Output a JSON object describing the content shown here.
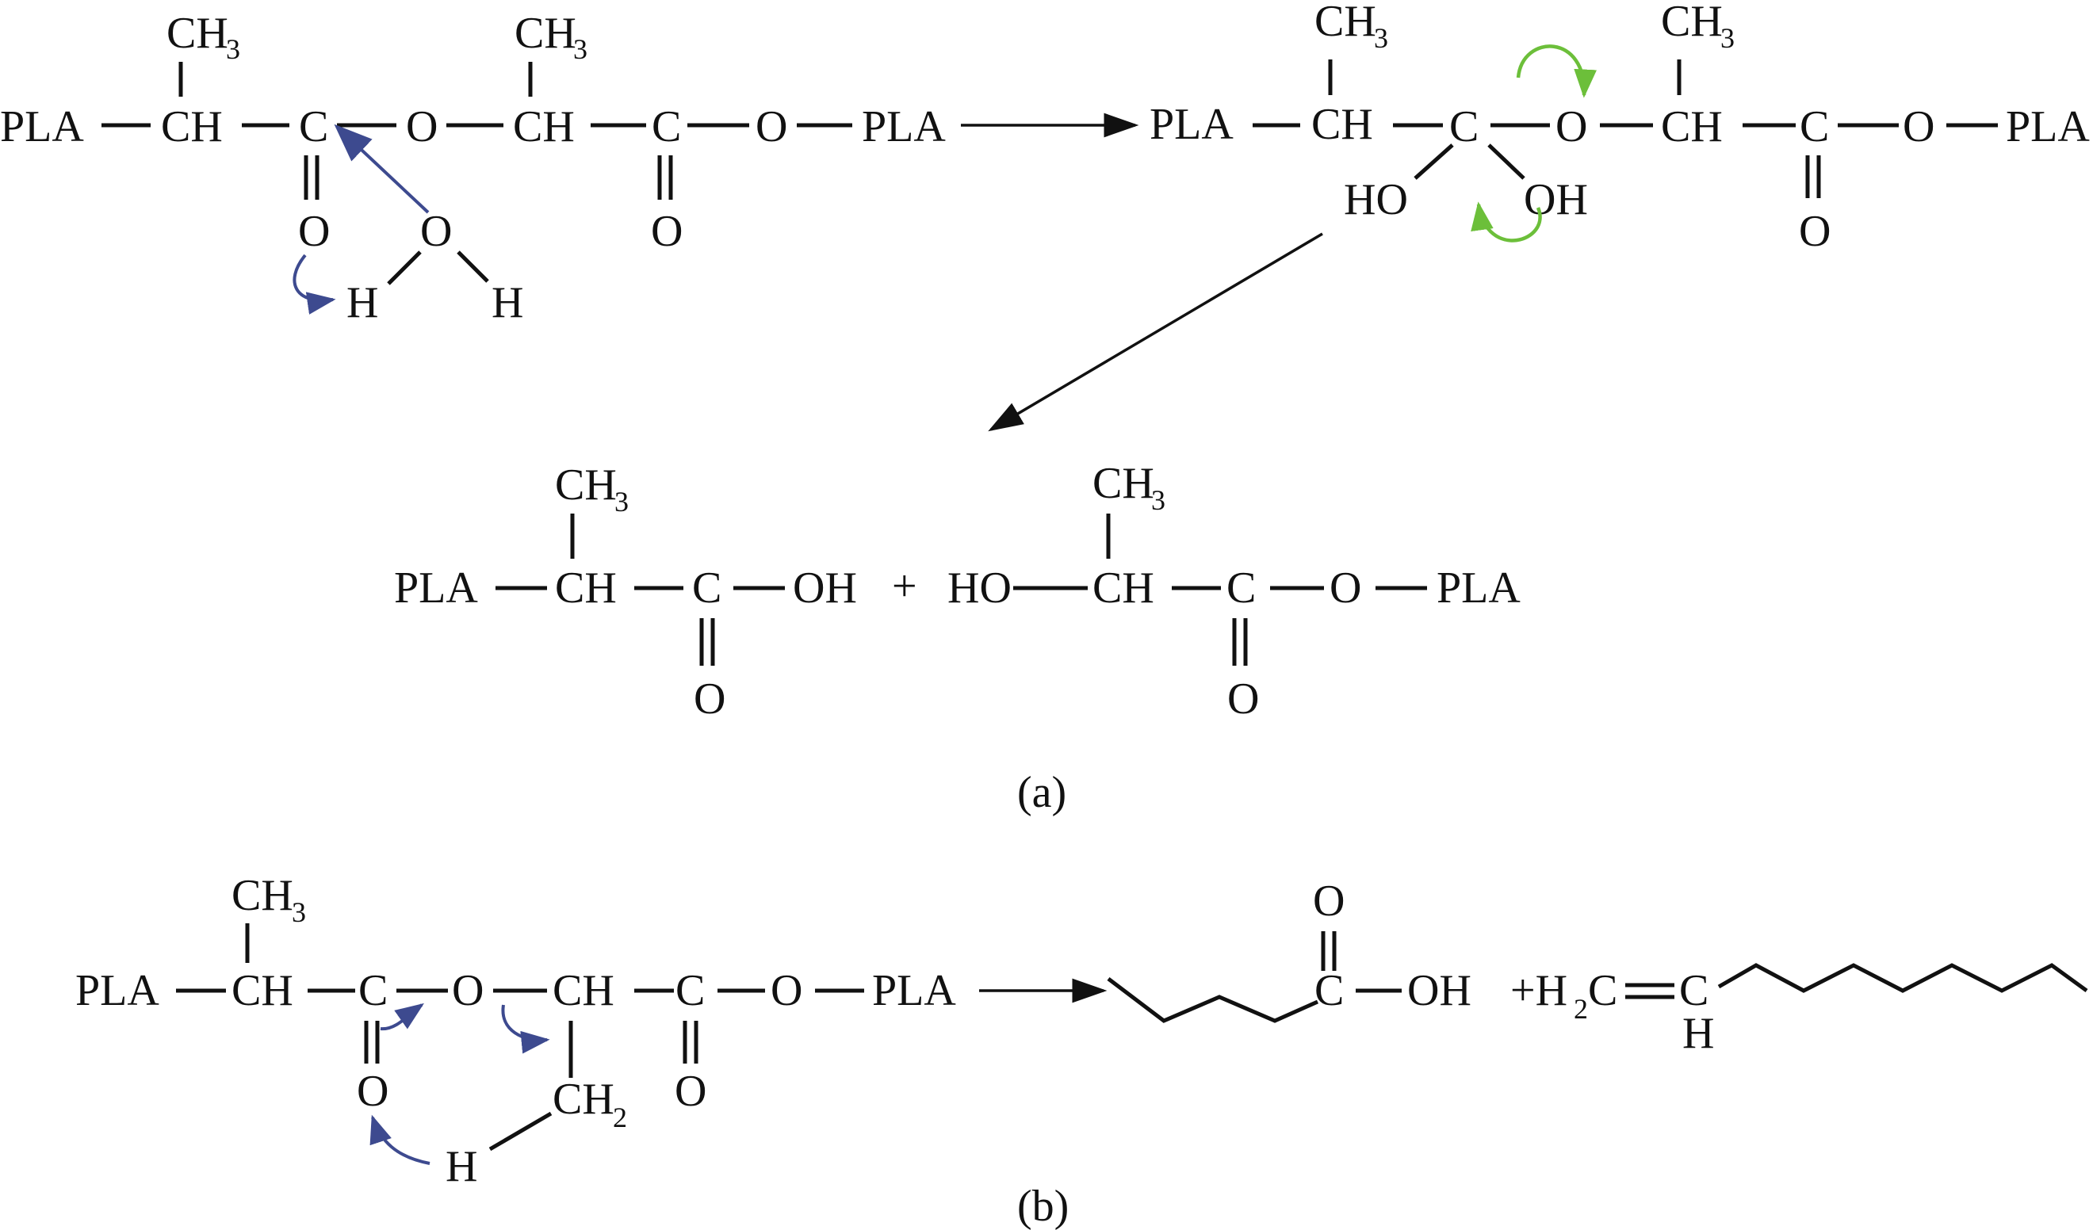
{
  "labels": {
    "pla": "PLA",
    "ch": "CH",
    "c": "C",
    "o": "O",
    "h": "H",
    "oh": "OH",
    "ho": "HO",
    "ch_root": "CH",
    "three": "3",
    "two": "2",
    "plus": "+",
    "plus_h": "+H",
    "c_end": "C"
  },
  "captions": {
    "a": "(a)",
    "b": "(b)"
  },
  "colors": {
    "ink": "#111111",
    "curved_arrow_blue": "#3d4a8f",
    "curved_arrow_green": "#6cbf3a"
  }
}
